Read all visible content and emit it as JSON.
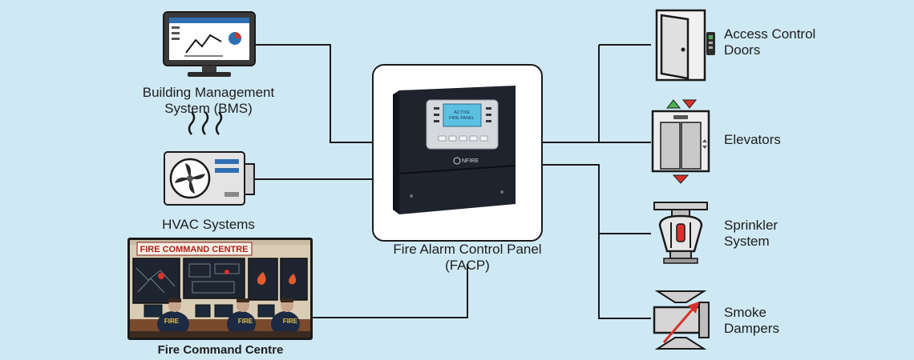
{
  "colors": {
    "background": "#cfe9f4",
    "line": "#1a1a1a",
    "icon_fill": "#dcdcdc",
    "icon_dark": "#2b2b2b",
    "accent_blue": "#2f6fb3",
    "accent_red": "#d6322b",
    "accent_green": "#4caf50",
    "panel_body": "#1e222c"
  },
  "center": {
    "label_line1": "Fire Alarm Control Panel",
    "label_line2": "(FACP)",
    "screen_line1": "ACTIVE",
    "screen_line2": "FIRE PANEL",
    "brand": "NFIRE"
  },
  "left_nodes": {
    "bms": {
      "line1": "Building Management",
      "line2": "System (BMS)",
      "icon": "computer-monitor-icon"
    },
    "hvac": {
      "line1": "HVAC Systems",
      "icon": "hvac-unit-icon"
    },
    "fcc": {
      "line1": "Fire Command Centre",
      "sign": "FIRE COMMAND CENTRE",
      "icon": "command-centre-photo",
      "uniform_text": "FIRE"
    }
  },
  "right_nodes": {
    "access": {
      "line1": "Access Control",
      "line2": "Doors",
      "icon": "door-icon"
    },
    "elevators": {
      "line1": "Elevators",
      "icon": "elevator-icon"
    },
    "sprinkler": {
      "line1": "Sprinkler",
      "line2": "System",
      "icon": "sprinkler-icon"
    },
    "dampers": {
      "line1": "Smoke",
      "line2": "Dampers",
      "icon": "damper-icon"
    }
  }
}
